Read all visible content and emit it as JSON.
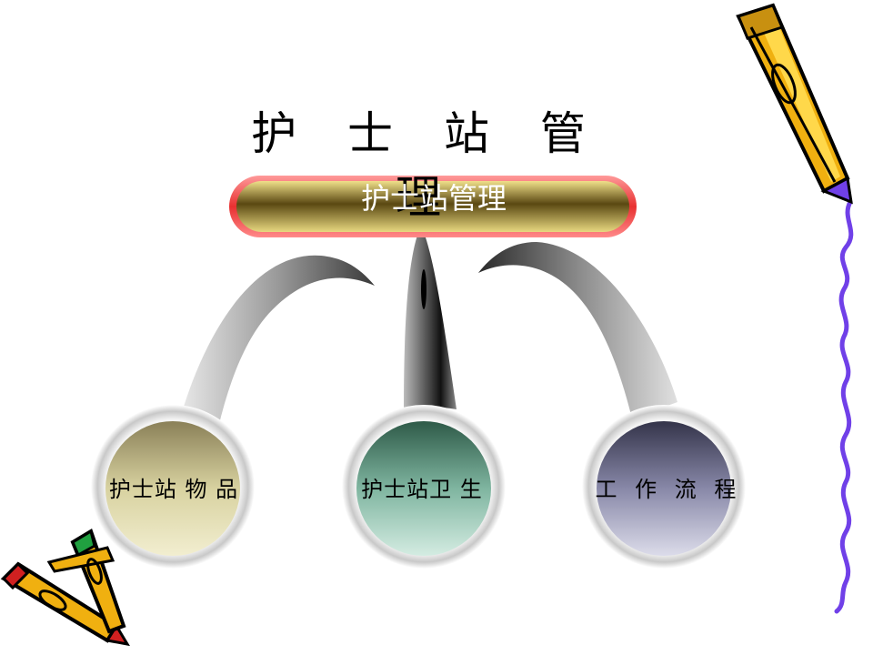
{
  "title": "护 士 站 管 理",
  "banner": {
    "label": "护士站管理"
  },
  "nodes": [
    {
      "label": "护士站 物 品"
    },
    {
      "label": "护士站卫 生"
    },
    {
      "label": "工 作 流 程"
    }
  ],
  "colors": {
    "banner_rim": "#ee4444",
    "banner_fill": "#6b5a1a",
    "node_1": "#d8d2a0",
    "node_2": "#7fb5a0",
    "node_3": "#8888a8",
    "connector": "#8a8a8a",
    "squiggle": "#7040e8"
  },
  "icons": [
    "pencil-icon",
    "crossed-pencils-icon"
  ]
}
